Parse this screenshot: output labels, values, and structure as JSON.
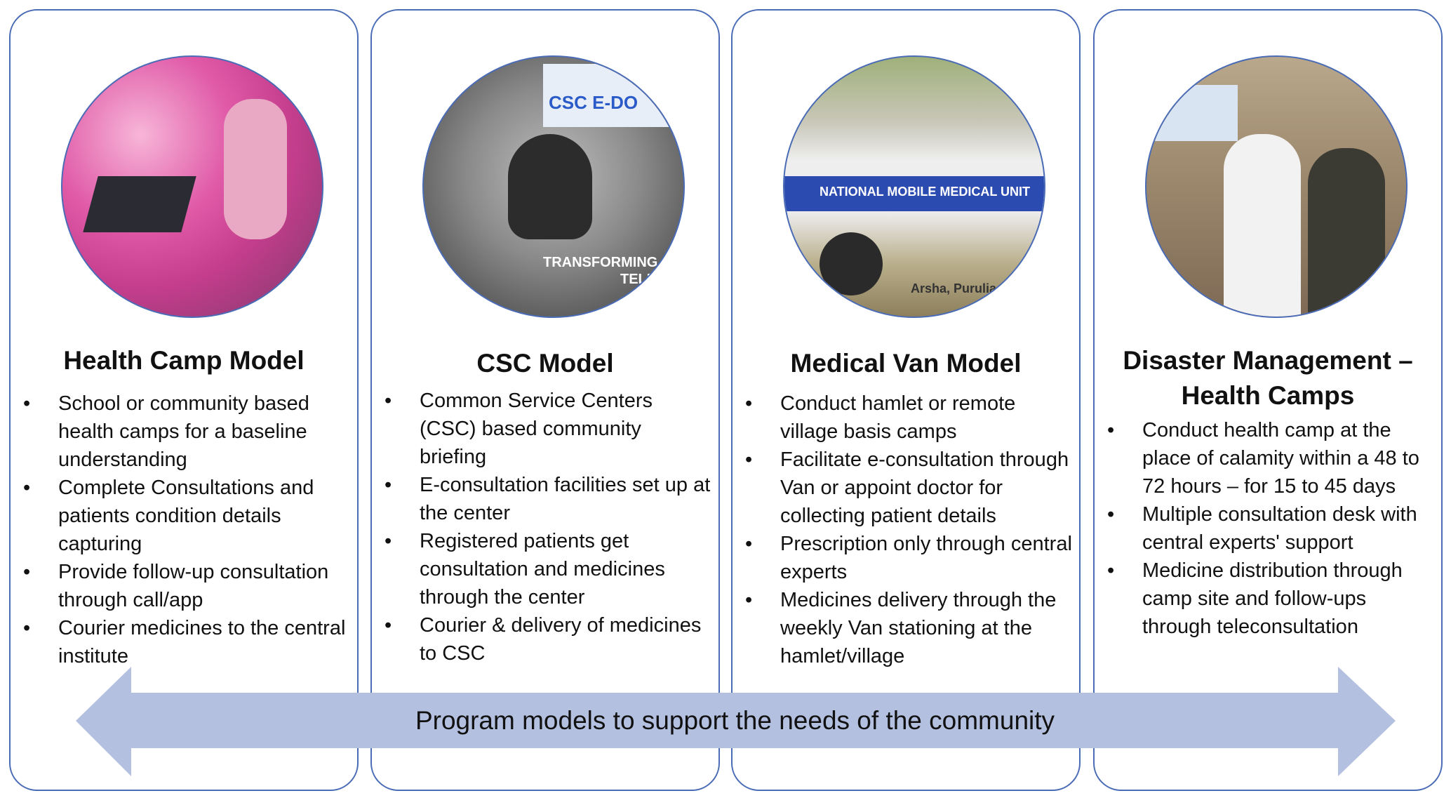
{
  "panels": [
    {
      "title": "Health Camp Model",
      "photo": "health-camp-photo",
      "bullets": [
        "School or community based health camps for a baseline understanding",
        "Complete Consultations and patients condition details capturing",
        "Provide follow-up consultation through call/app",
        "Courier medicines to the central institute"
      ]
    },
    {
      "title": "CSC Model",
      "photo": "csc-telemedicine-photo",
      "photo_text": [
        "CSC E-DO",
        "TRANSFORMING",
        "TELEM"
      ],
      "bullets": [
        "Common Service Centers (CSC) based community briefing",
        "E-consultation facilities set up at the center",
        "Registered patients get consultation and medicines through the center",
        "Courier & delivery of medicines to CSC"
      ]
    },
    {
      "title": "Medical Van Model",
      "photo": "medical-van-photo",
      "photo_text": [
        "NATIONAL MOBILE MEDICAL UNIT",
        "Arsha, Purulia"
      ],
      "bullets": [
        "Conduct hamlet or remote village basis camps",
        "Facilitate e-consultation through Van or appoint doctor for collecting patient details",
        "Prescription only through central experts",
        "Medicines delivery through the weekly Van stationing at the hamlet/village"
      ]
    },
    {
      "title": "Disaster Management – Health Camps",
      "photo": "disaster-camp-photo",
      "bullets": [
        "Conduct health camp at the place of calamity within a 48 to 72 hours – for 15 to 45 days",
        "Multiple consultation desk with central experts' support",
        "Medicine distribution through camp site and follow-ups through teleconsultation"
      ]
    }
  ],
  "arrow": {
    "label": "Program models to support the needs of the community",
    "color": "#b4c0e0"
  },
  "colors": {
    "border": "#4a6bb5"
  }
}
